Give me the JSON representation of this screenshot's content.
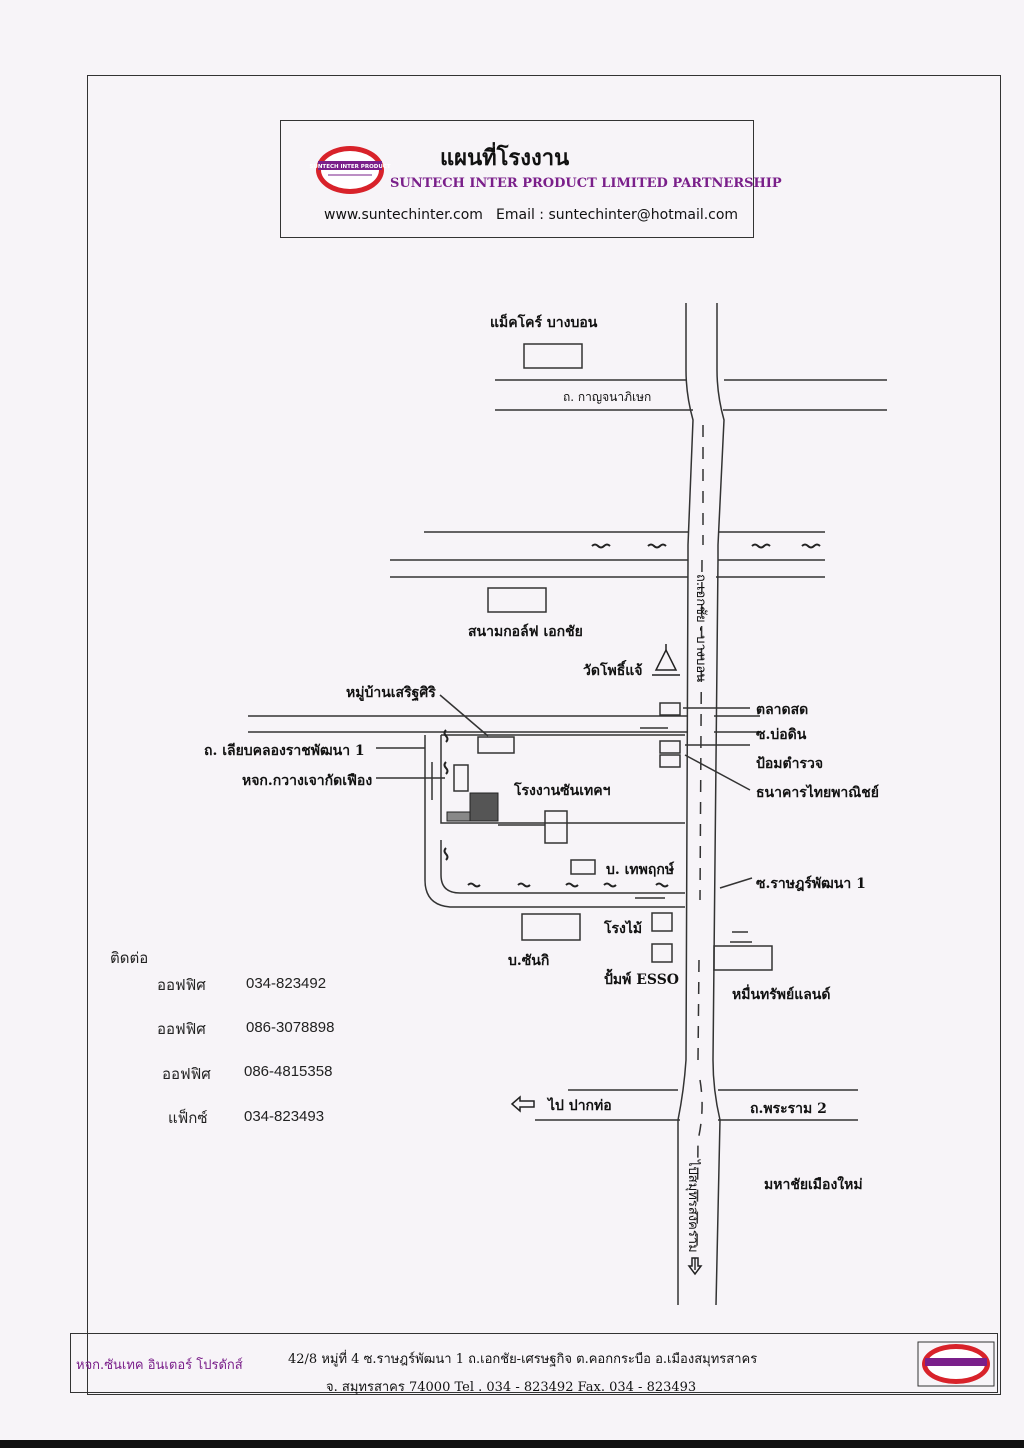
{
  "header": {
    "title": "แผนที่โรงงาน",
    "company": "SUNTECH INTER PRODUCT LIMITED PARTNERSHIP",
    "website": "www.suntechinter.com",
    "email": "Email : suntechinter@hotmail.com",
    "logo_text": "SUNTECH INTER PRODUCT"
  },
  "map_labels": {
    "makro": "แม็คโคร์ บางบอน",
    "kanchanaphisek": "ถ. กาญจนาภิเษก",
    "golf": "สนามกอล์ฟ เอกชัย",
    "temple": "วัดโพธิ์แจ้",
    "ekachai_road": "ถ.เอกชัย - บางบอน",
    "village": "หมู่บ้านเสริฐศิริ",
    "market": "ตลาดสด",
    "soi_bodin": "ซ.บ่อดิน",
    "canal_road": "ถ. เลียบคลองราชพัฒนา 1",
    "gear_factory": "หจก.กวางเจากัดเฟือง",
    "police": "ป้อมตำรวจ",
    "suntech_factory": "โรงงานซันเทคฯ",
    "bank": "ธนาคารไทยพาณิชย์",
    "thepharuk": "บ. เทพฤกษ์",
    "soi_ratpattana": "ซ.ราษฎร์พัฒนา 1",
    "sawmill": "โรงไม้",
    "sunki": "บ.ซันกิ",
    "esso": "ปั้มพ์ ESSO",
    "muensap": "หมื่นทรัพย์แลนด์",
    "to_paknam": "ไป ปากท่อ",
    "rama2": "ถ.พระราม 2",
    "mahachai": "มหาชัยเมืองใหม่",
    "to_samut_songkhram": "ไปสมุทรสงคราม"
  },
  "contact": {
    "heading": "ติดต่อ",
    "rows": [
      {
        "label": "ออฟฟิศ",
        "value": "034-823492"
      },
      {
        "label": "ออฟฟิศ",
        "value": "086-3078898"
      },
      {
        "label": "ออฟฟิศ",
        "value": "086-4815358"
      },
      {
        "label": "แฟ็กซ์",
        "value": "034-823493"
      }
    ]
  },
  "footer": {
    "name": "หจก.ซันเทค อินเตอร์ โปรดักส์",
    "address_line1": "42/8  หมู่ที่ 4 ซ.ราษฎร์พัฒนา 1  ถ.เอกชัย-เศรษฐกิจ ต.คอกกระบือ  อ.เมืองสมุทรสาคร",
    "address_line2": "จ. สมุทรสาคร 74000  Tel . 034 - 823492    Fax.  034 - 823493"
  },
  "colors": {
    "brand_purple": "#7a1f8a",
    "logo_red": "#d8222a",
    "line": "#333333"
  }
}
